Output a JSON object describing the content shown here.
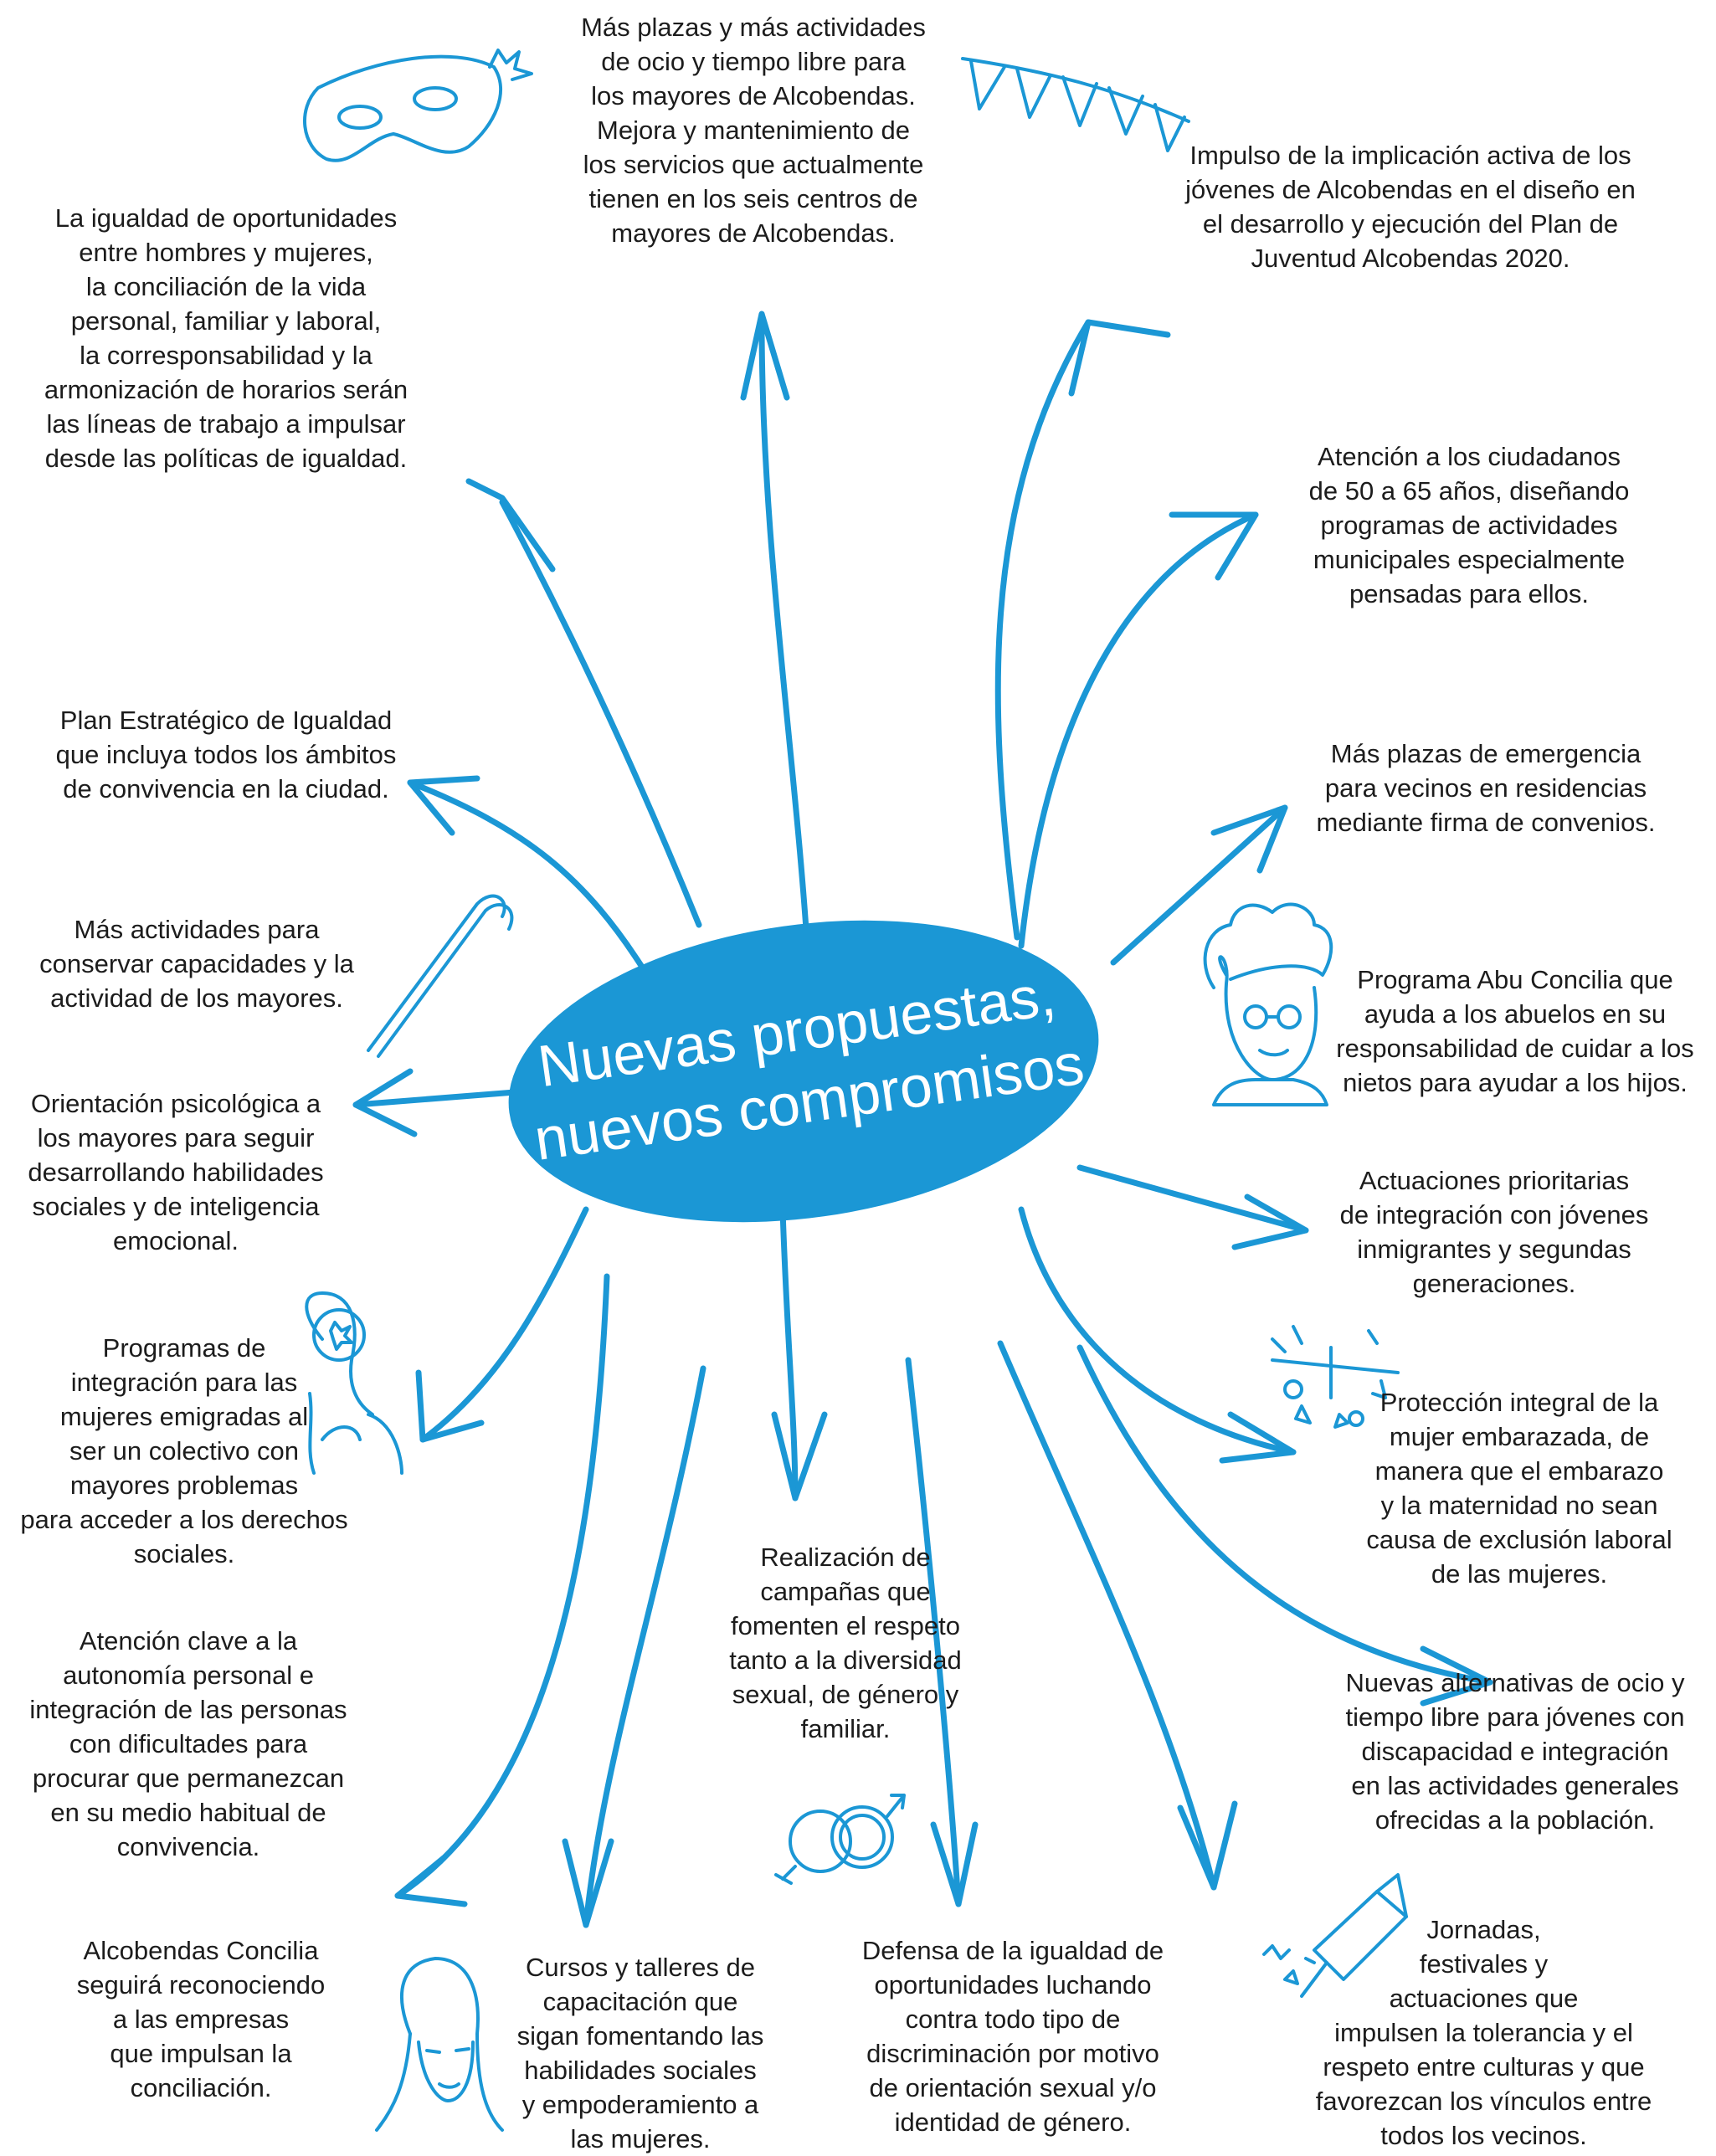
{
  "accent_color": "#1b97d5",
  "center": {
    "line1": "Nuevas propuestas,",
    "line2": "nuevos compromisos"
  },
  "nodes": [
    {
      "id": "ocio-mayores",
      "text": "Más plazas y más actividades\nde ocio y tiempo libre para\nlos mayores de Alcobendas.\nMejora y mantenimiento de\nlos servicios que actualmente\ntienen en los seis centros de\nmayores de Alcobendas."
    },
    {
      "id": "jovenes-plan-juventud",
      "text": "Impulso de la implicación activa de los\njóvenes de Alcobendas en el diseño en\nel desarrollo y ejecución del Plan de\nJuventud Alcobendas 2020."
    },
    {
      "id": "igualdad-oportunidades",
      "text": "La igualdad de oportunidades\nentre hombres y mujeres,\nla conciliación de la vida\npersonal, familiar y laboral,\nla corresponsabilidad y la\narmonización de horarios serán\nlas líneas de trabajo a impulsar\ndesde las políticas de igualdad."
    },
    {
      "id": "ciudadanos-50-65",
      "text": "Atención a los ciudadanos\nde 50 a 65 años, diseñando\nprogramas de actividades\nmunicipales especialmente\npensadas para ellos."
    },
    {
      "id": "plan-estrategico",
      "text": "Plan Estratégico de Igualdad\nque incluya todos los ámbitos\nde convivencia en la ciudad."
    },
    {
      "id": "plazas-emergencia",
      "text": "Más plazas de emergencia\npara vecinos en residencias\nmediante firma de convenios."
    },
    {
      "id": "actividades-mayores",
      "text": "Más actividades para\nconservar capacidades y la\nactividad de los mayores."
    },
    {
      "id": "abu-concilia",
      "text": "Programa Abu Concilia que\nayuda a los abuelos en su\nresponsabilidad de cuidar a los\nnietos para ayudar a los hijos."
    },
    {
      "id": "orientacion-psicologica",
      "text": "Orientación psicológica a\nlos mayores para seguir\ndesarrollando habilidades\nsociales y de inteligencia\nemocional."
    },
    {
      "id": "jovenes-inmigrantes",
      "text": "Actuaciones prioritarias\nde integración con jóvenes\ninmigrantes y segundas\ngeneraciones."
    },
    {
      "id": "mujeres-emigradas",
      "text": "Programas de\nintegración para las\nmujeres emigradas al\nser un colectivo con\nmayores problemas\npara acceder a los derechos\nsociales."
    },
    {
      "id": "mujer-embarazada",
      "text": "Protección integral de la\nmujer embarazada, de\nmanera que el embarazo\ny la maternidad no sean\ncausa de exclusión laboral\nde las mujeres."
    },
    {
      "id": "campanas-respeto",
      "text": "Realización de\ncampañas que\nfomenten el respeto\ntanto a la diversidad\nsexual, de género y\nfamiliar."
    },
    {
      "id": "autonomia-personal",
      "text": "Atención clave a la\nautonomía personal e\nintegración de las personas\ncon dificultades para\nprocurar que permanezcan\nen su medio habitual de\nconvivencia."
    },
    {
      "id": "jovenes-discapacidad",
      "text": "Nuevas alternativas de ocio y\ntiempo libre para jóvenes con\ndiscapacidad e integración\nen las actividades generales\nofrecidas a la población."
    },
    {
      "id": "alcobendas-concilia",
      "text": "Alcobendas Concilia\nseguirá reconociendo\na las empresas\nque impulsan la\nconciliación."
    },
    {
      "id": "cursos-talleres",
      "text": "Cursos y talleres de\ncapacitación que\nsigan fomentando las\nhabilidades sociales\ny empoderamiento a\nlas mujeres."
    },
    {
      "id": "defensa-igualdad",
      "text": "Defensa de la igualdad de\noportunidades luchando\ncontra todo tipo de\ndiscriminación por motivo\nde orientación sexual y/o\nidentidad de género."
    },
    {
      "id": "jornadas-festivales",
      "text": "Jornadas,\nfestivales y\nactuaciones que\nimpulsen la tolerancia y el\nrespeto entre culturas y que\nfavorezcan los vínculos entre\ntodos los vecinos."
    }
  ],
  "icons": [
    "carnival-mask-icon",
    "bunting-flags-icon",
    "walking-cane-icon",
    "grandmother-icon",
    "woman-flower-icon",
    "baby-mobile-icon",
    "gender-symbols-icon",
    "young-woman-icon",
    "firework-rocket-icon"
  ]
}
